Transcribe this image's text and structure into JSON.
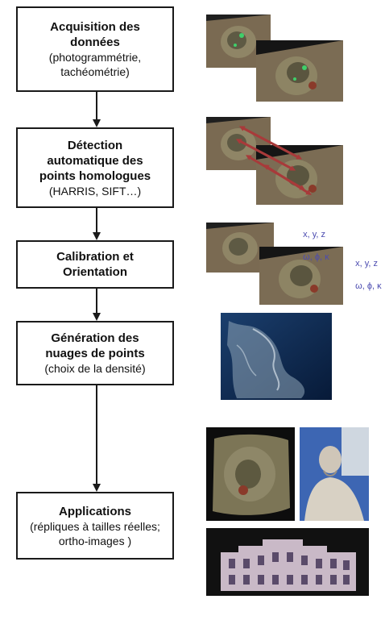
{
  "steps": [
    {
      "title_lines": [
        "Acquisition des",
        "données"
      ],
      "sub_lines": [
        "(photogrammétrie,",
        "tachéométrie)"
      ]
    },
    {
      "title_lines": [
        "Détection",
        "automatique des",
        "points homologues"
      ],
      "sub_lines": [
        "(HARRIS, SIFT…)"
      ]
    },
    {
      "title_lines": [
        "Calibration et",
        "Orientation"
      ],
      "sub_lines": []
    },
    {
      "title_lines": [
        "Génération des",
        "nuages de points"
      ],
      "sub_lines": [
        "(choix de la densité)"
      ]
    },
    {
      "title_lines": [
        "Applications"
      ],
      "sub_lines": [
        "(répliques à tailles réelles;",
        "ortho-images )"
      ]
    }
  ],
  "orientation_params": [
    {
      "line1": "x, y, z",
      "line2": "ω, ϕ, κ"
    },
    {
      "line1": "x, y, z",
      "line2": "ω, ϕ, κ"
    }
  ],
  "colors": {
    "box_border": "#1a1a1a",
    "arrow": "#1a1a1a",
    "param_text": "#4b4bb0",
    "match_arrow": "#a83a3a",
    "feature_mark": "#3fcf6a",
    "pointcloud_bg": "#0e2a52",
    "facade_bg": "#111111"
  },
  "images": [
    "sculpture-photo-pair",
    "sculpture-photo-pair-with-match-arrows",
    "sculpture-photo-pair-oriented",
    "dense-point-cloud",
    "textured-mesh-replica",
    "statue-photo",
    "facade-ortho-image"
  ]
}
